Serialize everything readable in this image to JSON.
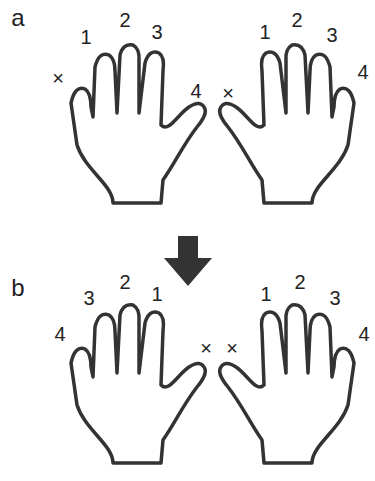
{
  "diagram": {
    "labels": [
      "a",
      "×",
      "1",
      "2",
      "3",
      "4",
      "×",
      "1",
      "2",
      "3",
      "4",
      "b",
      "4",
      "3",
      "2",
      "1",
      "×",
      "×",
      "1",
      "2",
      "3",
      "4"
    ]
  }
}
